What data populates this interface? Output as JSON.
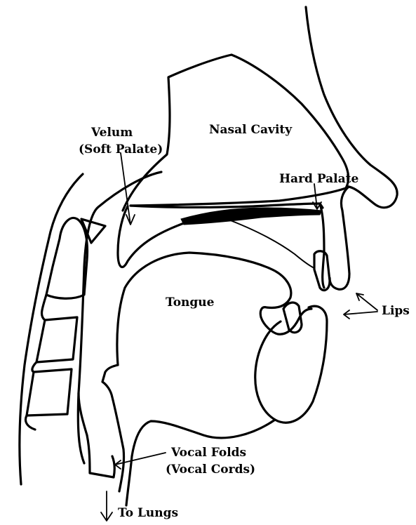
{
  "labels": {
    "nasal_cavity": "Nasal Cavity",
    "velum_line1": "Velum",
    "velum_line2": "(Soft Palate)",
    "hard_palate": "Hard Palate",
    "tongue": "Tongue",
    "lips": "Lips",
    "vocal_folds_line1": "Vocal Folds",
    "vocal_folds_line2": "(Vocal Cords)",
    "to_lungs": "To Lungs"
  },
  "colors": {
    "ink": "#000000",
    "paper": "#ffffff"
  }
}
